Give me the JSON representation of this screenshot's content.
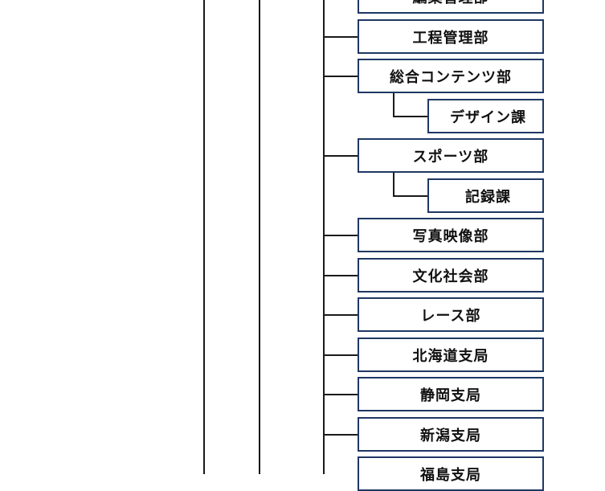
{
  "departments": [
    {
      "id": "editorial-management",
      "label": "編集管理部"
    },
    {
      "id": "process-management",
      "label": "工程管理部"
    },
    {
      "id": "general-contents",
      "label": "総合コンテンツ部",
      "sections": [
        {
          "label": "デザイン課"
        }
      ]
    },
    {
      "id": "sports",
      "label": "スポーツ部",
      "sections": [
        {
          "label": "記録課"
        }
      ]
    },
    {
      "id": "photo-video",
      "label": "写真映像部"
    },
    {
      "id": "culture-society",
      "label": "文化社会部"
    },
    {
      "id": "race",
      "label": "レース部"
    },
    {
      "id": "hokkaido-branch",
      "label": "北海道支局"
    },
    {
      "id": "shizuoka-branch",
      "label": "静岡支局"
    },
    {
      "id": "niigata-branch",
      "label": "新潟支局"
    },
    {
      "id": "fukushima-branch",
      "label": "福島支局"
    }
  ],
  "colors": {
    "box_border": "#1f3864",
    "connector": "#1a1a1a",
    "text": "#111111"
  }
}
